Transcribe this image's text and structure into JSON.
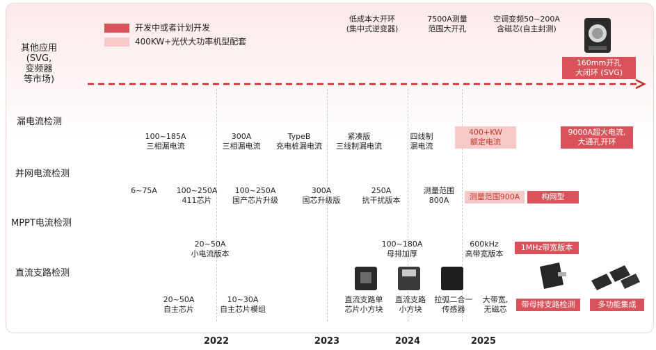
{
  "legend": [
    {
      "label": "开发中或者计划开发",
      "style": "dark"
    },
    {
      "label": "400KW+光伏大功率机型配套",
      "style": "light"
    }
  ],
  "colors": {
    "dark": "#d9525a",
    "light": "#f7c9c9",
    "arrow": "#c62828",
    "grid": "#c9c9c9"
  },
  "categories": [
    {
      "id": "other",
      "label": "其他应用\n(SVG,\n变频器\n等市场)"
    },
    {
      "id": "leakage",
      "label": "漏电流检测"
    },
    {
      "id": "grid",
      "label": "并网电流检测"
    },
    {
      "id": "mppt",
      "label": "MPPT电流检测"
    },
    {
      "id": "dc",
      "label": "直流支路检测"
    }
  ],
  "years": [
    "2022",
    "2023",
    "2024",
    "2025"
  ],
  "chart_data": {
    "type": "table",
    "rows": [
      "其他应用 (SVG, 变频器 等市场)",
      "漏电流检测",
      "并网电流检测",
      "MPPT电流检测",
      "直流支路检测"
    ],
    "columns": [
      "2022",
      "2023",
      "2024",
      "2025"
    ],
    "items": [
      {
        "row": "其他应用",
        "text": "低成本大开环\n(集中式逆变器)",
        "status": "plain"
      },
      {
        "row": "其他应用",
        "text": "7500A测量\n范围大开孔",
        "status": "plain"
      },
      {
        "row": "其他应用",
        "text": "空调变频50~200A\n含磁芯(自主封测)",
        "status": "plain"
      },
      {
        "row": "其他应用",
        "text": "160mm开孔\n大闭环 (SVG)",
        "status": "planned"
      },
      {
        "row": "漏电流检测",
        "text": "100~185A\n三相漏电流",
        "status": "plain"
      },
      {
        "row": "漏电流检测",
        "text": "300A\n三相漏电流",
        "status": "plain"
      },
      {
        "row": "漏电流检测",
        "text": "TypeB\n充电桩漏电流",
        "status": "plain"
      },
      {
        "row": "漏电流检测",
        "text": "紧凑版\n三线制漏电流",
        "status": "plain"
      },
      {
        "row": "漏电流检测",
        "text": "四线制\n漏电流",
        "status": "plain"
      },
      {
        "row": "漏电流检测",
        "text": "400+KW\n额定电流",
        "status": "pv400"
      },
      {
        "row": "漏电流检测",
        "text": "9000A超大电流,\n大通孔开环",
        "status": "planned"
      },
      {
        "row": "并网电流检测",
        "text": "6~75A",
        "status": "plain"
      },
      {
        "row": "并网电流检测",
        "text": "100~250A\n411芯片",
        "status": "plain"
      },
      {
        "row": "并网电流检测",
        "text": "100~250A\n国产芯片升级",
        "status": "plain"
      },
      {
        "row": "并网电流检测",
        "text": "300A\n国芯升级版",
        "status": "plain"
      },
      {
        "row": "并网电流检测",
        "text": "250A\n抗干扰版本",
        "status": "plain"
      },
      {
        "row": "并网电流检测",
        "text": "测量范围\n800A",
        "status": "plain"
      },
      {
        "row": "并网电流检测",
        "text": "测量范围900A",
        "status": "pv400"
      },
      {
        "row": "并网电流检测",
        "text": "构网型",
        "status": "planned"
      },
      {
        "row": "MPPT电流检测",
        "text": "20~50A\n小电流版本",
        "status": "plain"
      },
      {
        "row": "MPPT电流检测",
        "text": "100~180A\n母排加厚",
        "status": "plain"
      },
      {
        "row": "MPPT电流检测",
        "text": "600kHz\n高带宽版本",
        "status": "plain"
      },
      {
        "row": "MPPT电流检测",
        "text": "1MHz带宽版本",
        "status": "planned"
      },
      {
        "row": "直流支路检测",
        "text": "20~50A\n自主芯片",
        "status": "plain"
      },
      {
        "row": "直流支路检测",
        "text": "10~30A\n自主芯片模组",
        "status": "plain"
      },
      {
        "row": "直流支路检测",
        "text": "直流支路单\n芯片小方块",
        "status": "plain"
      },
      {
        "row": "直流支路检测",
        "text": "直流支路\n小方块",
        "status": "plain"
      },
      {
        "row": "直流支路检测",
        "text": "拉弧二合一\n传感器",
        "status": "plain"
      },
      {
        "row": "直流支路检测",
        "text": "大带宽,\n无磁芯",
        "status": "plain"
      },
      {
        "row": "直流支路检测",
        "text": "带母排支路检测",
        "status": "planned"
      },
      {
        "row": "直流支路检测",
        "text": "多功能集成",
        "status": "planned"
      }
    ]
  },
  "labels": {
    "other_1": "低成本大开环\n(集中式逆变器)",
    "other_2": "7500A测量\n范围大开孔",
    "other_3": "空调变频50~200A\n含磁芯(自主封测)",
    "other_4": "160mm开孔\n大闭环 (SVG)",
    "leak_1": "100~185A\n三相漏电流",
    "leak_2": "300A\n三相漏电流",
    "leak_3": "TypeB\n充电桩漏电流",
    "leak_4": "紧凑版\n三线制漏电流",
    "leak_5": "四线制\n漏电流",
    "leak_6": "400+KW\n额定电流",
    "leak_7": "9000A超大电流,\n大通孔开环",
    "grid_1": "6~75A",
    "grid_2": "100~250A\n411芯片",
    "grid_3": "100~250A\n国产芯片升级",
    "grid_4": "300A\n国芯升级版",
    "grid_5": "250A\n抗干扰版本",
    "grid_6": "测量范围\n800A",
    "grid_7": "测量范围900A",
    "grid_8": "构网型",
    "mppt_1": "20~50A\n小电流版本",
    "mppt_2": "100~180A\n母排加厚",
    "mppt_3": "600kHz\n高带宽版本",
    "mppt_4": "1MHz带宽版本",
    "dc_1": "20~50A\n自主芯片",
    "dc_2": "10~30A\n自主芯片模组",
    "dc_3": "直流支路单\n芯片小方块",
    "dc_4": "直流支路\n小方块",
    "dc_5": "拉弧二合一\n传感器",
    "dc_6": "大带宽,\n无磁芯",
    "dc_7": "带母排支路检测",
    "dc_8": "多功能集成"
  }
}
